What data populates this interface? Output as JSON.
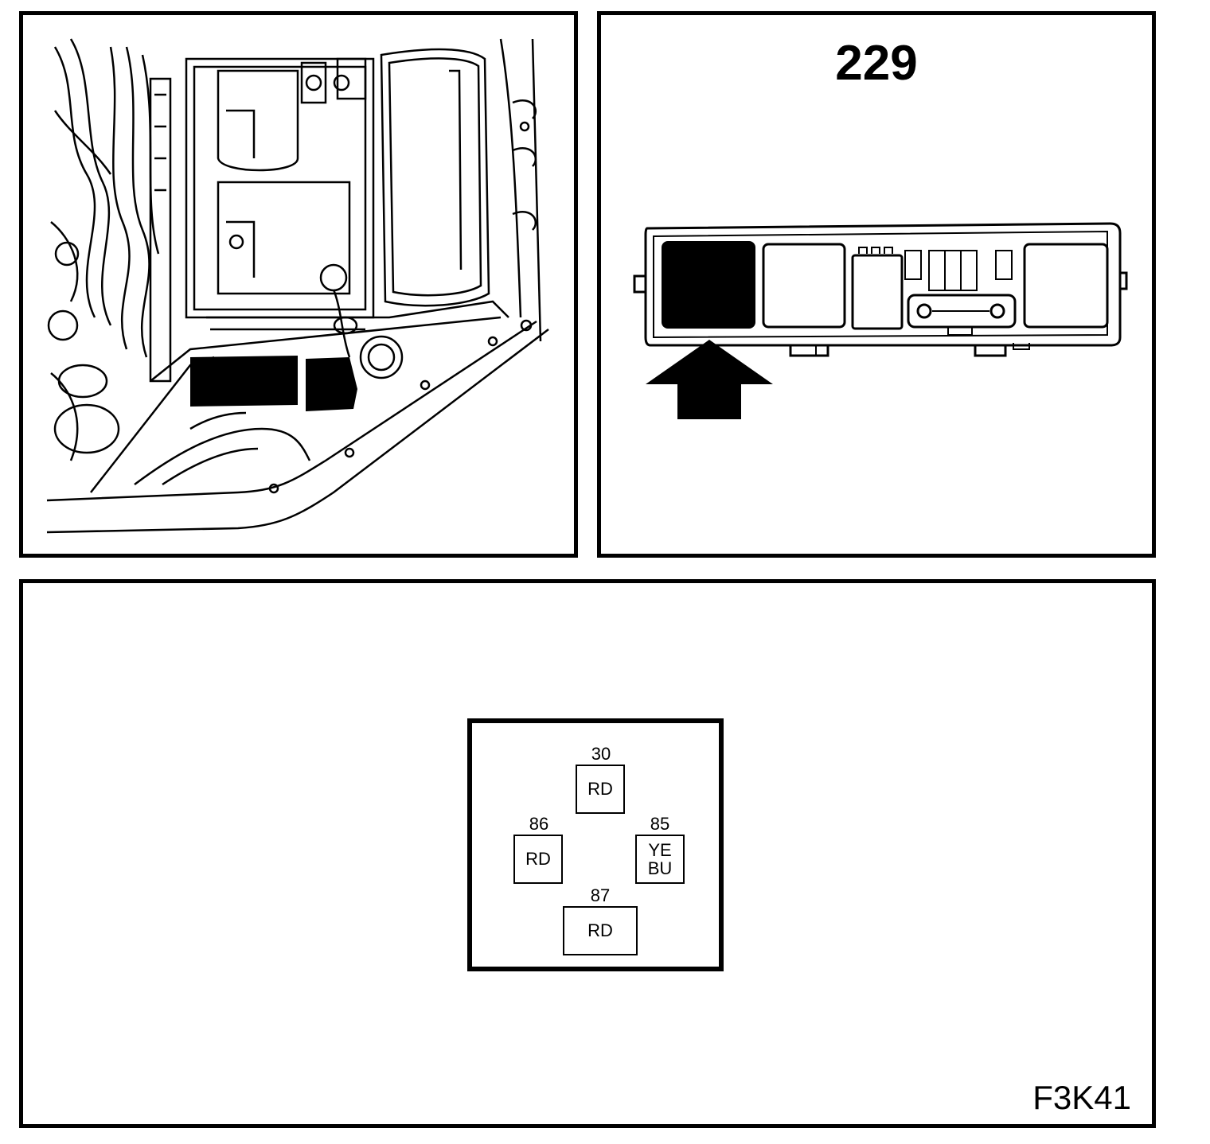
{
  "fusebox_panel": {
    "component_number": "229"
  },
  "relay_panel": {
    "pins": [
      {
        "number": "30",
        "wire_colors": [
          "RD"
        ]
      },
      {
        "number": "86",
        "wire_colors": [
          "RD"
        ]
      },
      {
        "number": "85",
        "wire_colors": [
          "YE",
          "BU"
        ]
      },
      {
        "number": "87",
        "wire_colors": [
          "RD"
        ]
      }
    ],
    "diagram_code": "F3K41"
  },
  "colors": {
    "ink": "#000000",
    "paper": "#ffffff"
  }
}
